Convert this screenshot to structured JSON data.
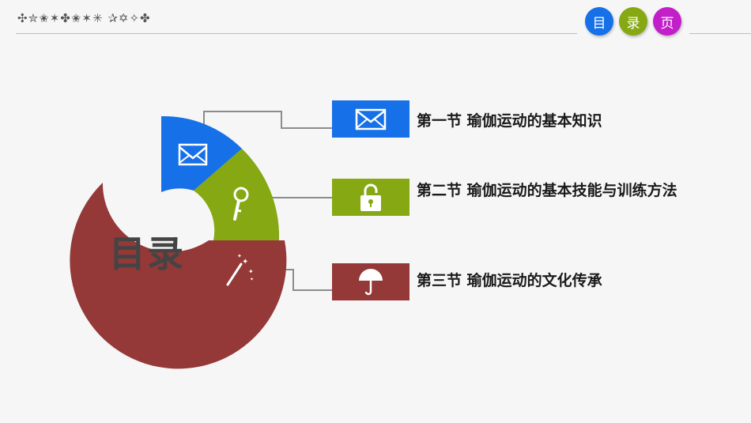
{
  "header": {
    "decoration": "✣✮✬✶✤✬✶✳ ✰✡✧✤",
    "tabs": [
      {
        "label": "目",
        "color": "#1670e8"
      },
      {
        "label": "录",
        "color": "#86a813"
      },
      {
        "label": "页",
        "color": "#c21fc9"
      }
    ]
  },
  "diagram": {
    "center_label": "目录",
    "colors": {
      "blue": "#1670e8",
      "green": "#86a813",
      "red": "#943838",
      "connector": "#8c8c8c"
    },
    "segment_icons": [
      "envelope-icon",
      "key-icon",
      "magic-wand-icon"
    ]
  },
  "items": [
    {
      "text": "第一节  瑜伽运动的基本知识",
      "icon": "envelope-icon",
      "color": "#1670e8"
    },
    {
      "text": "第二节  瑜伽运动的基本技能与训练方法",
      "icon": "padlock-icon",
      "color": "#86a813"
    },
    {
      "text": "第三节  瑜伽运动的文化传承",
      "icon": "umbrella-icon",
      "color": "#943838"
    }
  ]
}
